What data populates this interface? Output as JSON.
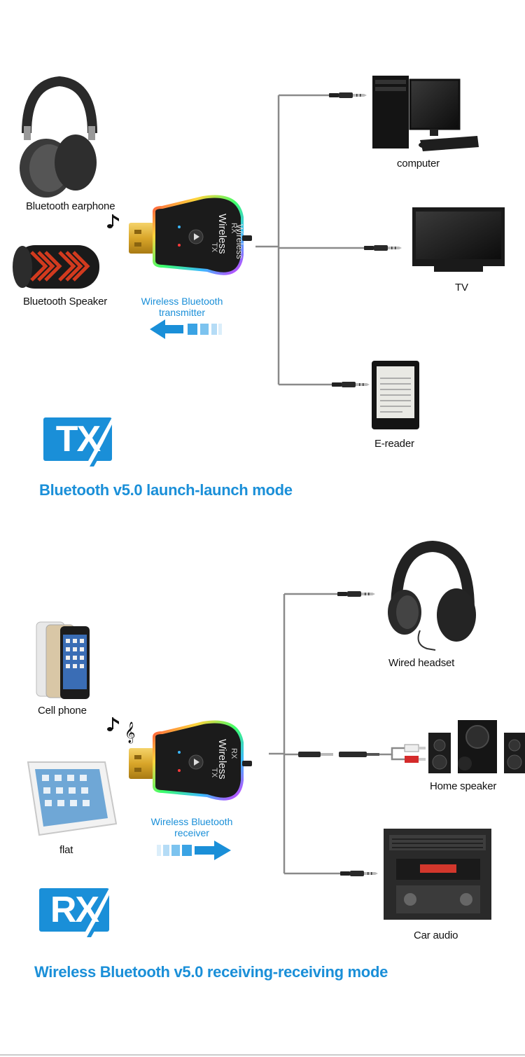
{
  "tx_section": {
    "badge": "TX",
    "mode_title": "Bluetooth v5.0 launch-launch mode",
    "direction_label_line1": "Wireless Bluetooth",
    "direction_label_line2": "transmitter",
    "left_devices": [
      {
        "id": "headphones",
        "label": "Bluetooth earphone"
      },
      {
        "id": "speaker",
        "label": "Bluetooth Speaker"
      }
    ],
    "right_devices": [
      {
        "id": "computer",
        "label": "computer"
      },
      {
        "id": "tv",
        "label": "TV"
      },
      {
        "id": "ereader",
        "label": "E-reader"
      }
    ],
    "dongle": {
      "brand": "Wireless",
      "tx": "TX",
      "rx": "RX"
    }
  },
  "rx_section": {
    "badge": "RX",
    "mode_title": "Wireless Bluetooth v5.0 receiving-receiving mode",
    "direction_label_line1": "Wireless Bluetooth",
    "direction_label_line2": "receiver",
    "left_devices": [
      {
        "id": "phone",
        "label": "Cell phone"
      },
      {
        "id": "tablet",
        "label": "flat"
      }
    ],
    "right_devices": [
      {
        "id": "wired-headset",
        "label": "Wired headset"
      },
      {
        "id": "home-speaker",
        "label": "Home speaker"
      },
      {
        "id": "car-audio",
        "label": "Car audio"
      }
    ],
    "dongle": {
      "brand": "Wireless",
      "tx": "TX",
      "rx": "RX"
    }
  },
  "colors": {
    "accent": "#1a8fd8",
    "cable": "#8a8a8a",
    "dongle_body": "#1b1b1b",
    "usb_gold": "#d9a62a"
  }
}
